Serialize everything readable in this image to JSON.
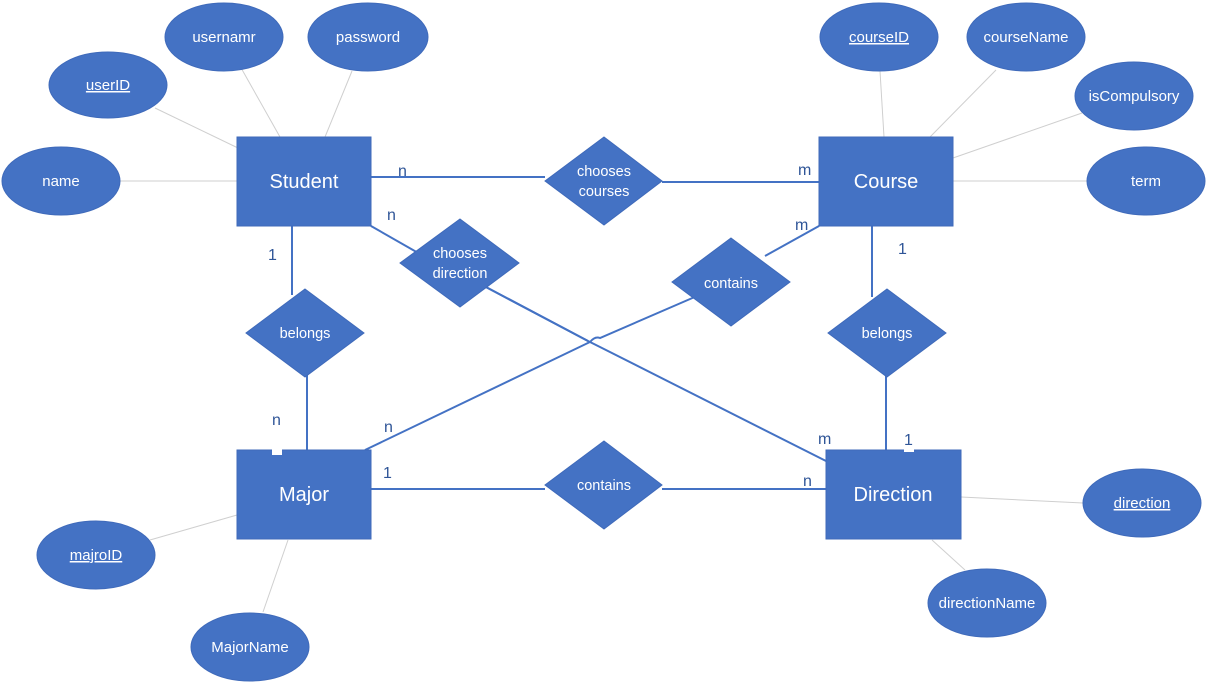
{
  "colors": {
    "shape_fill": "#4472c4",
    "relationship_line": "#4472c4",
    "attribute_line": "#cfcfcf",
    "text": "#ffffff",
    "cardinality_text": "#2f5597"
  },
  "entities": {
    "student": "Student",
    "course": "Course",
    "major": "Major",
    "direction": "Direction"
  },
  "attributes": {
    "student": {
      "user_id": "userID",
      "username": "usernamr",
      "password": "password",
      "name": "name"
    },
    "course": {
      "course_id": "courseID",
      "course_name": "courseName",
      "is_compulsory": "isCompulsory",
      "term": "term"
    },
    "major": {
      "major_id": "majroID",
      "major_name": "MajorName"
    },
    "direction": {
      "direction": "direction",
      "direction_name": "directionName"
    }
  },
  "relationships": {
    "chooses_courses": [
      "chooses",
      "courses"
    ],
    "chooses_direction": [
      "chooses",
      "direction"
    ],
    "contains_course_major": "contains",
    "contains_major_direction": "contains",
    "belongs_student_major": "belongs",
    "belongs_course_direction": "belongs"
  },
  "cardinalities": {
    "student_chooses_courses": "n",
    "course_chooses_courses": "m",
    "student_chooses_direction": "n",
    "direction_chooses_direction": "m",
    "student_belongs": "1",
    "major_belongs": "n",
    "course_contains": "m",
    "major_contains_course": "n",
    "course_belongs": "1",
    "direction_belongs": "1",
    "major_contains_direction": "1",
    "direction_contains": "n"
  }
}
